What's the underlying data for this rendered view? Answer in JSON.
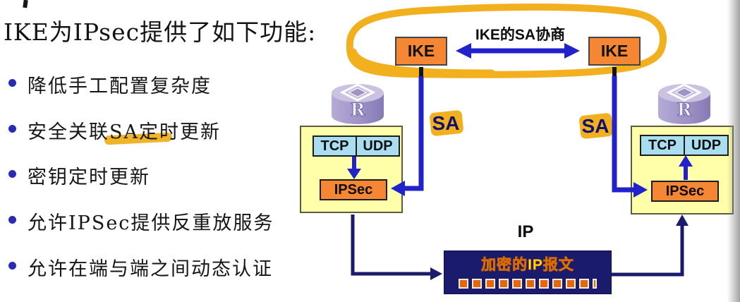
{
  "slide": {
    "title": "IKE为IPsec提供了如下功能:",
    "bullets": [
      {
        "label": "降低手工配置复杂度"
      },
      {
        "label": "安全关联SA定时更新"
      },
      {
        "label": "密钥定时更新"
      },
      {
        "label": "允许IPSec提供反重放服务"
      },
      {
        "label": "允许在端与端之间动态认证"
      }
    ],
    "highlighted_term": "SA"
  },
  "diagram": {
    "negotiation_label": "IKE的SA协商",
    "ike_left_label": "IKE",
    "ike_right_label": "IKE",
    "sa_left_label": "SA",
    "sa_right_label": "SA",
    "router_letter": "R",
    "stack_left": {
      "tcp_label": "TCP",
      "udp_label": "UDP",
      "ipsec_label": "IPSec"
    },
    "stack_right": {
      "tcp_label": "TCP",
      "udp_label": "UDP",
      "ipsec_label": "IPSec"
    },
    "ip_label": "IP",
    "packet_label": "加密的IP报文",
    "packet_segment_count": 11,
    "colors": {
      "box_orange": "#F58634",
      "marker_gold": "#F2B01E",
      "arrow_blue": "#2222CC",
      "navy": "#1B1B6E",
      "stack_yellow": "#FEFFA8",
      "protocol_blue": "#A8DEF0",
      "packet_text_yellow": "#FFE70A",
      "packet_segment_orange": "#E8650F",
      "router_purple": "#A195C8",
      "bullet_dot_blue": "#2A2AB8"
    }
  }
}
